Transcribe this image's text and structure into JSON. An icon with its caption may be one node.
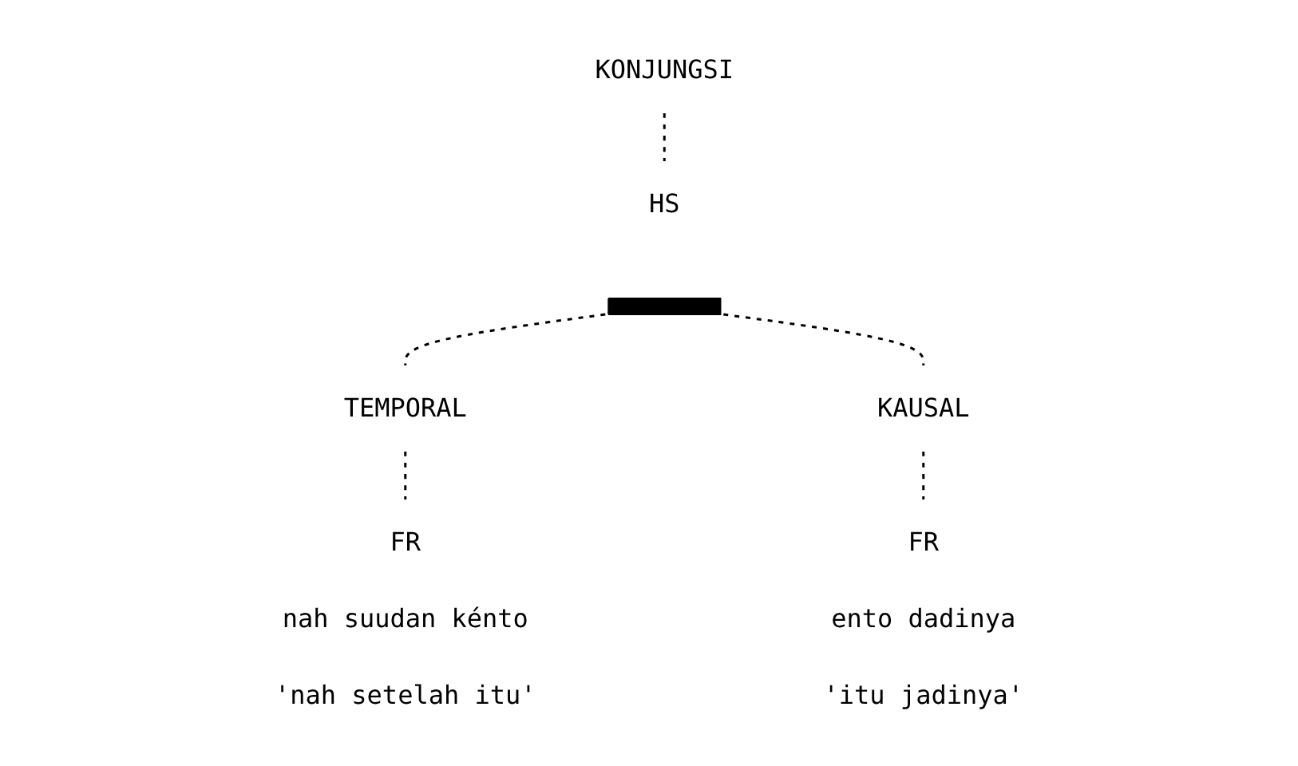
{
  "diagram": {
    "nodes": [
      {
        "text": [
          "KONJUNGSI"
        ]
      },
      {
        "text": [
          "HS"
        ]
      },
      {
        "text": [],
        "shape": "bar"
      },
      {
        "text": [
          "TEMPORAL"
        ]
      },
      {
        "text": [
          "KAUSAL"
        ]
      },
      {
        "text": [
          "FR"
        ],
        "beside": [
          "nah suudan kénto",
          "'nah setelah itu'"
        ]
      },
      {
        "text": [
          "FR"
        ],
        "beside": [
          "ento dadinya",
          "'itu jadinya'"
        ]
      }
    ],
    "edges": [
      {
        "from": 0,
        "to": 1,
        "arrow": "none",
        "style": "dashed"
      },
      {
        "from": 2,
        "to": 3,
        "arrow": "none",
        "style": "dashed"
      },
      {
        "from": 2,
        "to": 4,
        "arrow": "none",
        "style": "dashed"
      },
      {
        "from": 3,
        "to": 5,
        "arrow": "none",
        "style": "dashed"
      },
      {
        "from": 4,
        "to": 6,
        "arrow": "none",
        "style": "dashed"
      }
    ]
  }
}
